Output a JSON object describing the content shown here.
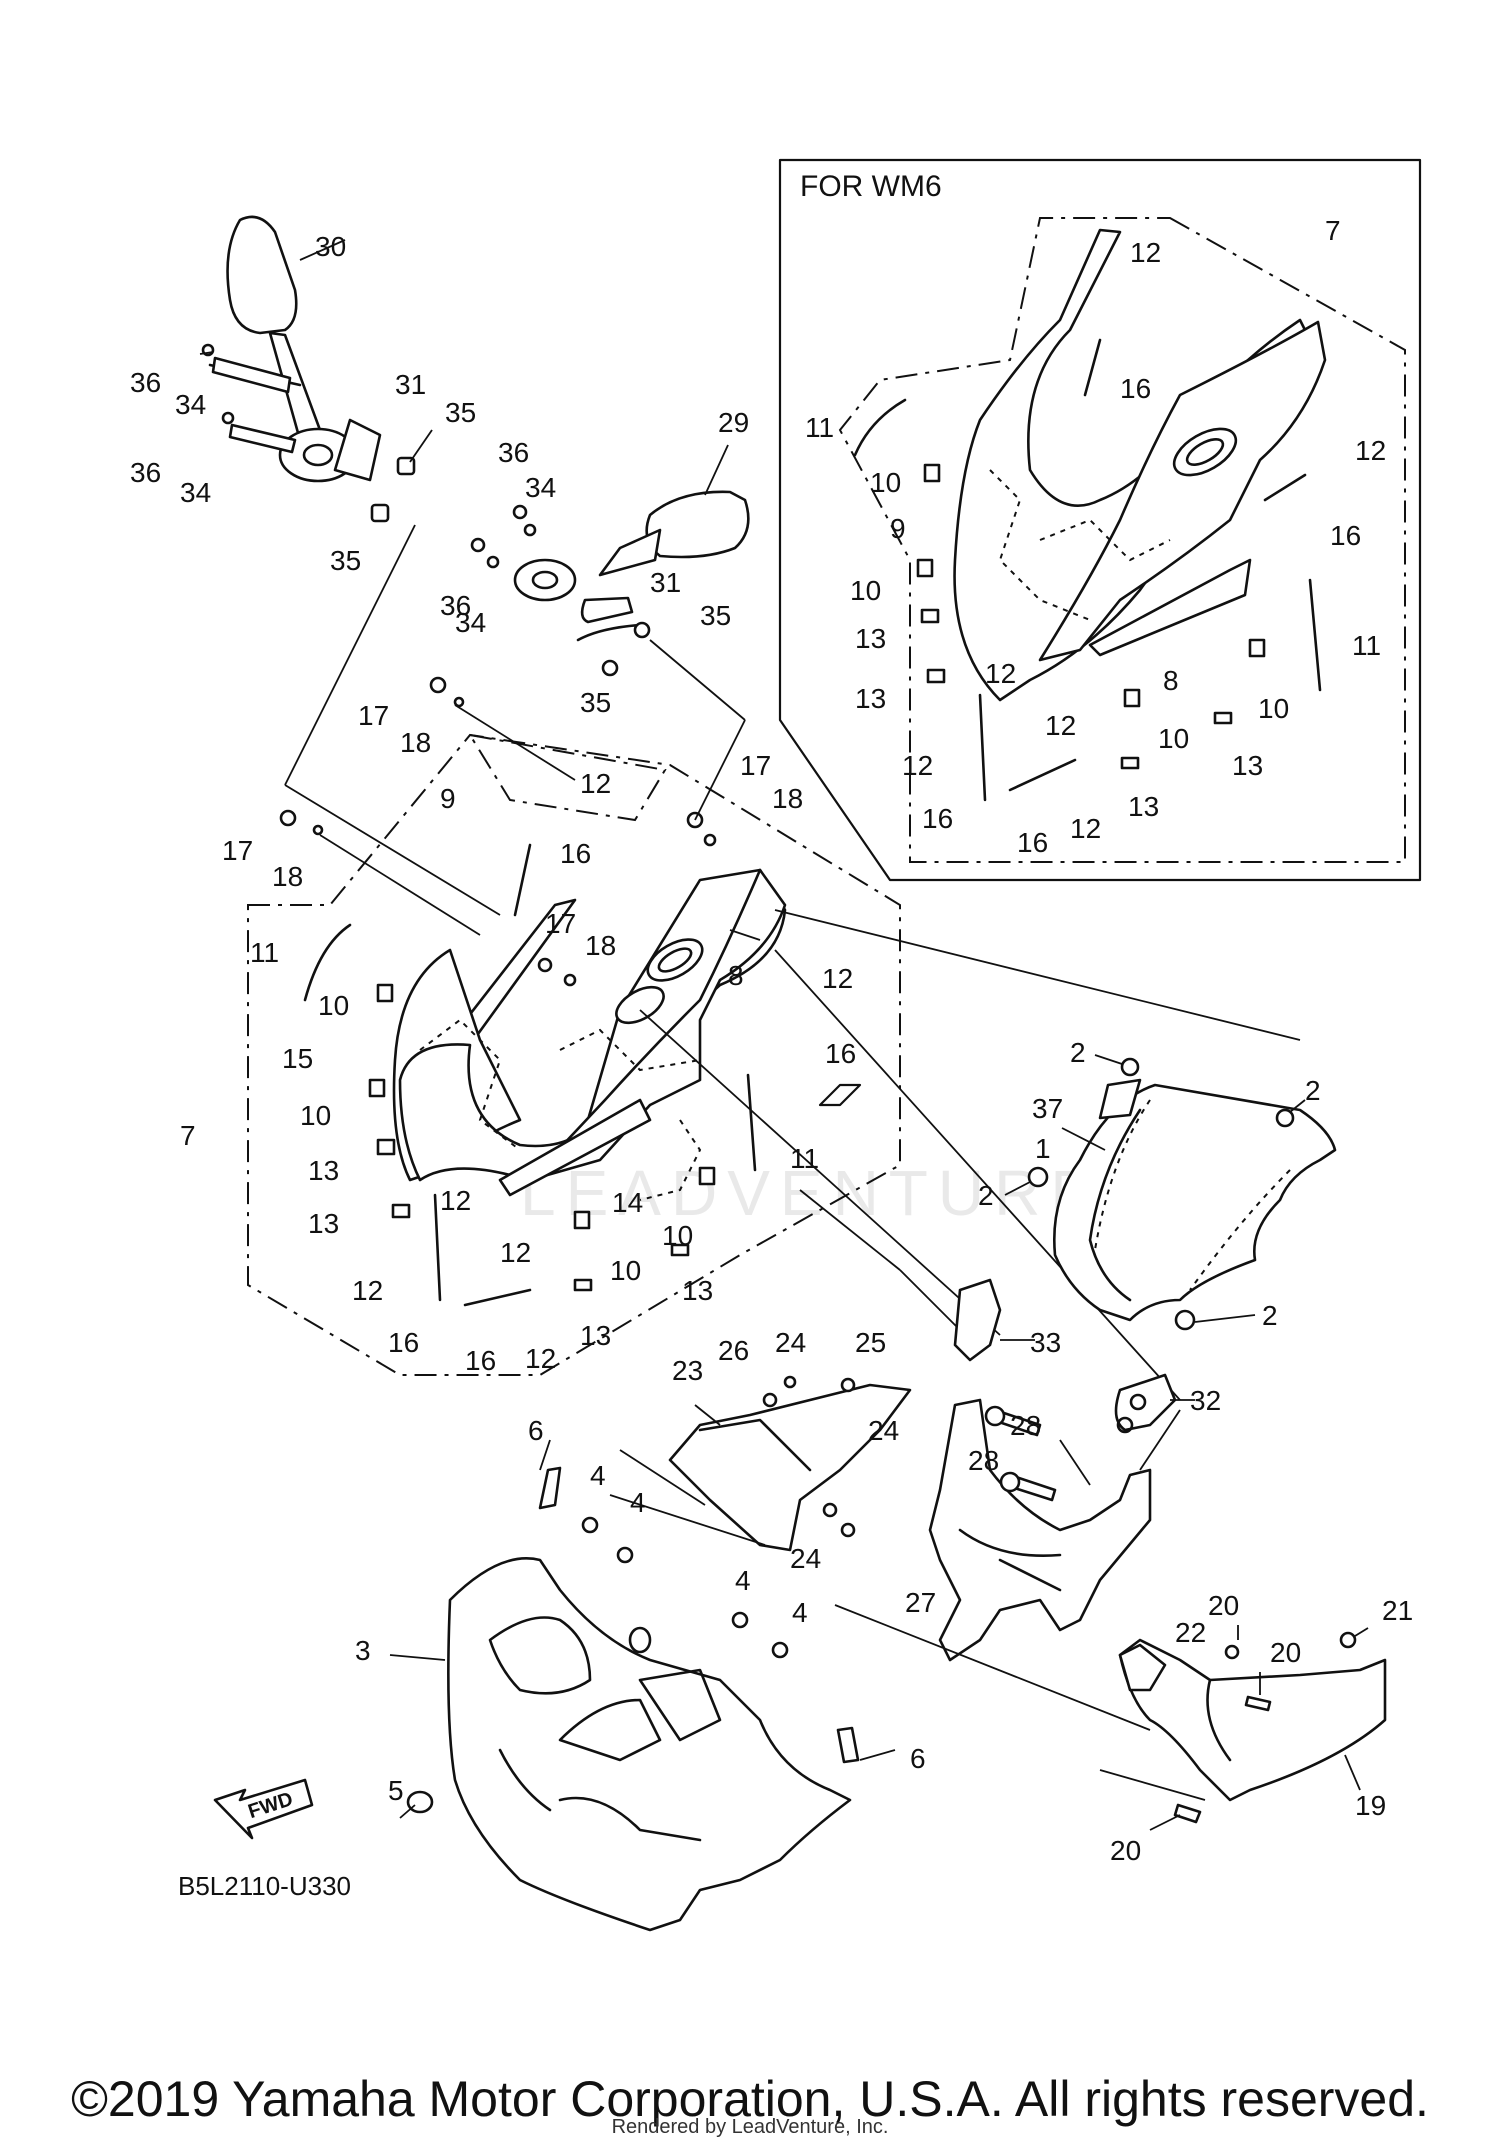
{
  "inset_title": "FOR WM6",
  "diagram_code": "B5L2110-U330",
  "fwd_label": "FWD",
  "watermark": "LEADVENTURE",
  "copyright": "©2019 Yamaha Motor Corporation, U.S.A. All rights reserved.",
  "rendered_by": "Rendered by LeadVenture, Inc.",
  "callouts": {
    "c30": "30",
    "c36a": "36",
    "c34a": "34",
    "c36b": "36",
    "c34b": "34",
    "c31a": "31",
    "c35a": "35",
    "c35b": "35",
    "c29": "29",
    "c36c": "36",
    "c34c": "34",
    "c36d": "36",
    "c34d": "34",
    "c31b": "31",
    "c35c": "35",
    "c35d": "35",
    "c17a": "17",
    "c18a": "18",
    "c9": "9",
    "c12a": "12",
    "c17b": "17",
    "c18b": "18",
    "c16a": "16",
    "c11a": "11",
    "c10a": "10",
    "c15": "15",
    "c10b": "10",
    "c7": "7",
    "c13a": "13",
    "c13b": "13",
    "c12b": "12",
    "c12c": "12",
    "c12d": "12",
    "c16b": "16",
    "c16c": "16",
    "c12e": "12",
    "c17c": "17",
    "c18c": "18",
    "c17d": "17",
    "c18d": "18",
    "c8": "8",
    "c12f": "12",
    "c16d": "16",
    "c11b": "11",
    "c14": "14",
    "c10c": "10",
    "c10d": "10",
    "c13c": "13",
    "c13d": "13",
    "c2a": "2",
    "c2b": "2",
    "c37": "37",
    "c1": "1",
    "c2c": "2",
    "c2d": "2",
    "c33": "33",
    "c32": "32",
    "c26": "26",
    "c24a": "24",
    "c25": "25",
    "c23": "23",
    "c24b": "24",
    "c24c": "24",
    "c28a": "28",
    "c28b": "28",
    "c27": "27",
    "c6a": "6",
    "c4a": "4",
    "c4b": "4",
    "c4c": "4",
    "c4d": "4",
    "c3": "3",
    "c6b": "6",
    "c5": "5",
    "c20a": "20",
    "c21": "21",
    "c22": "22",
    "c20b": "20",
    "c19": "19",
    "c20c": "20",
    "i12a": "12",
    "i7": "7",
    "i16a": "16",
    "i11a": "11",
    "i12b": "12",
    "i10a": "10",
    "i9": "9",
    "i16b": "16",
    "i10b": "10",
    "i13a": "13",
    "i11b": "11",
    "i13b": "13",
    "i12c": "12",
    "i8": "8",
    "i10c": "10",
    "i10d": "10",
    "i12d": "12",
    "i12e": "12",
    "i13c": "13",
    "i16c": "16",
    "i16d": "16",
    "i12f": "12",
    "i13d": "13"
  }
}
